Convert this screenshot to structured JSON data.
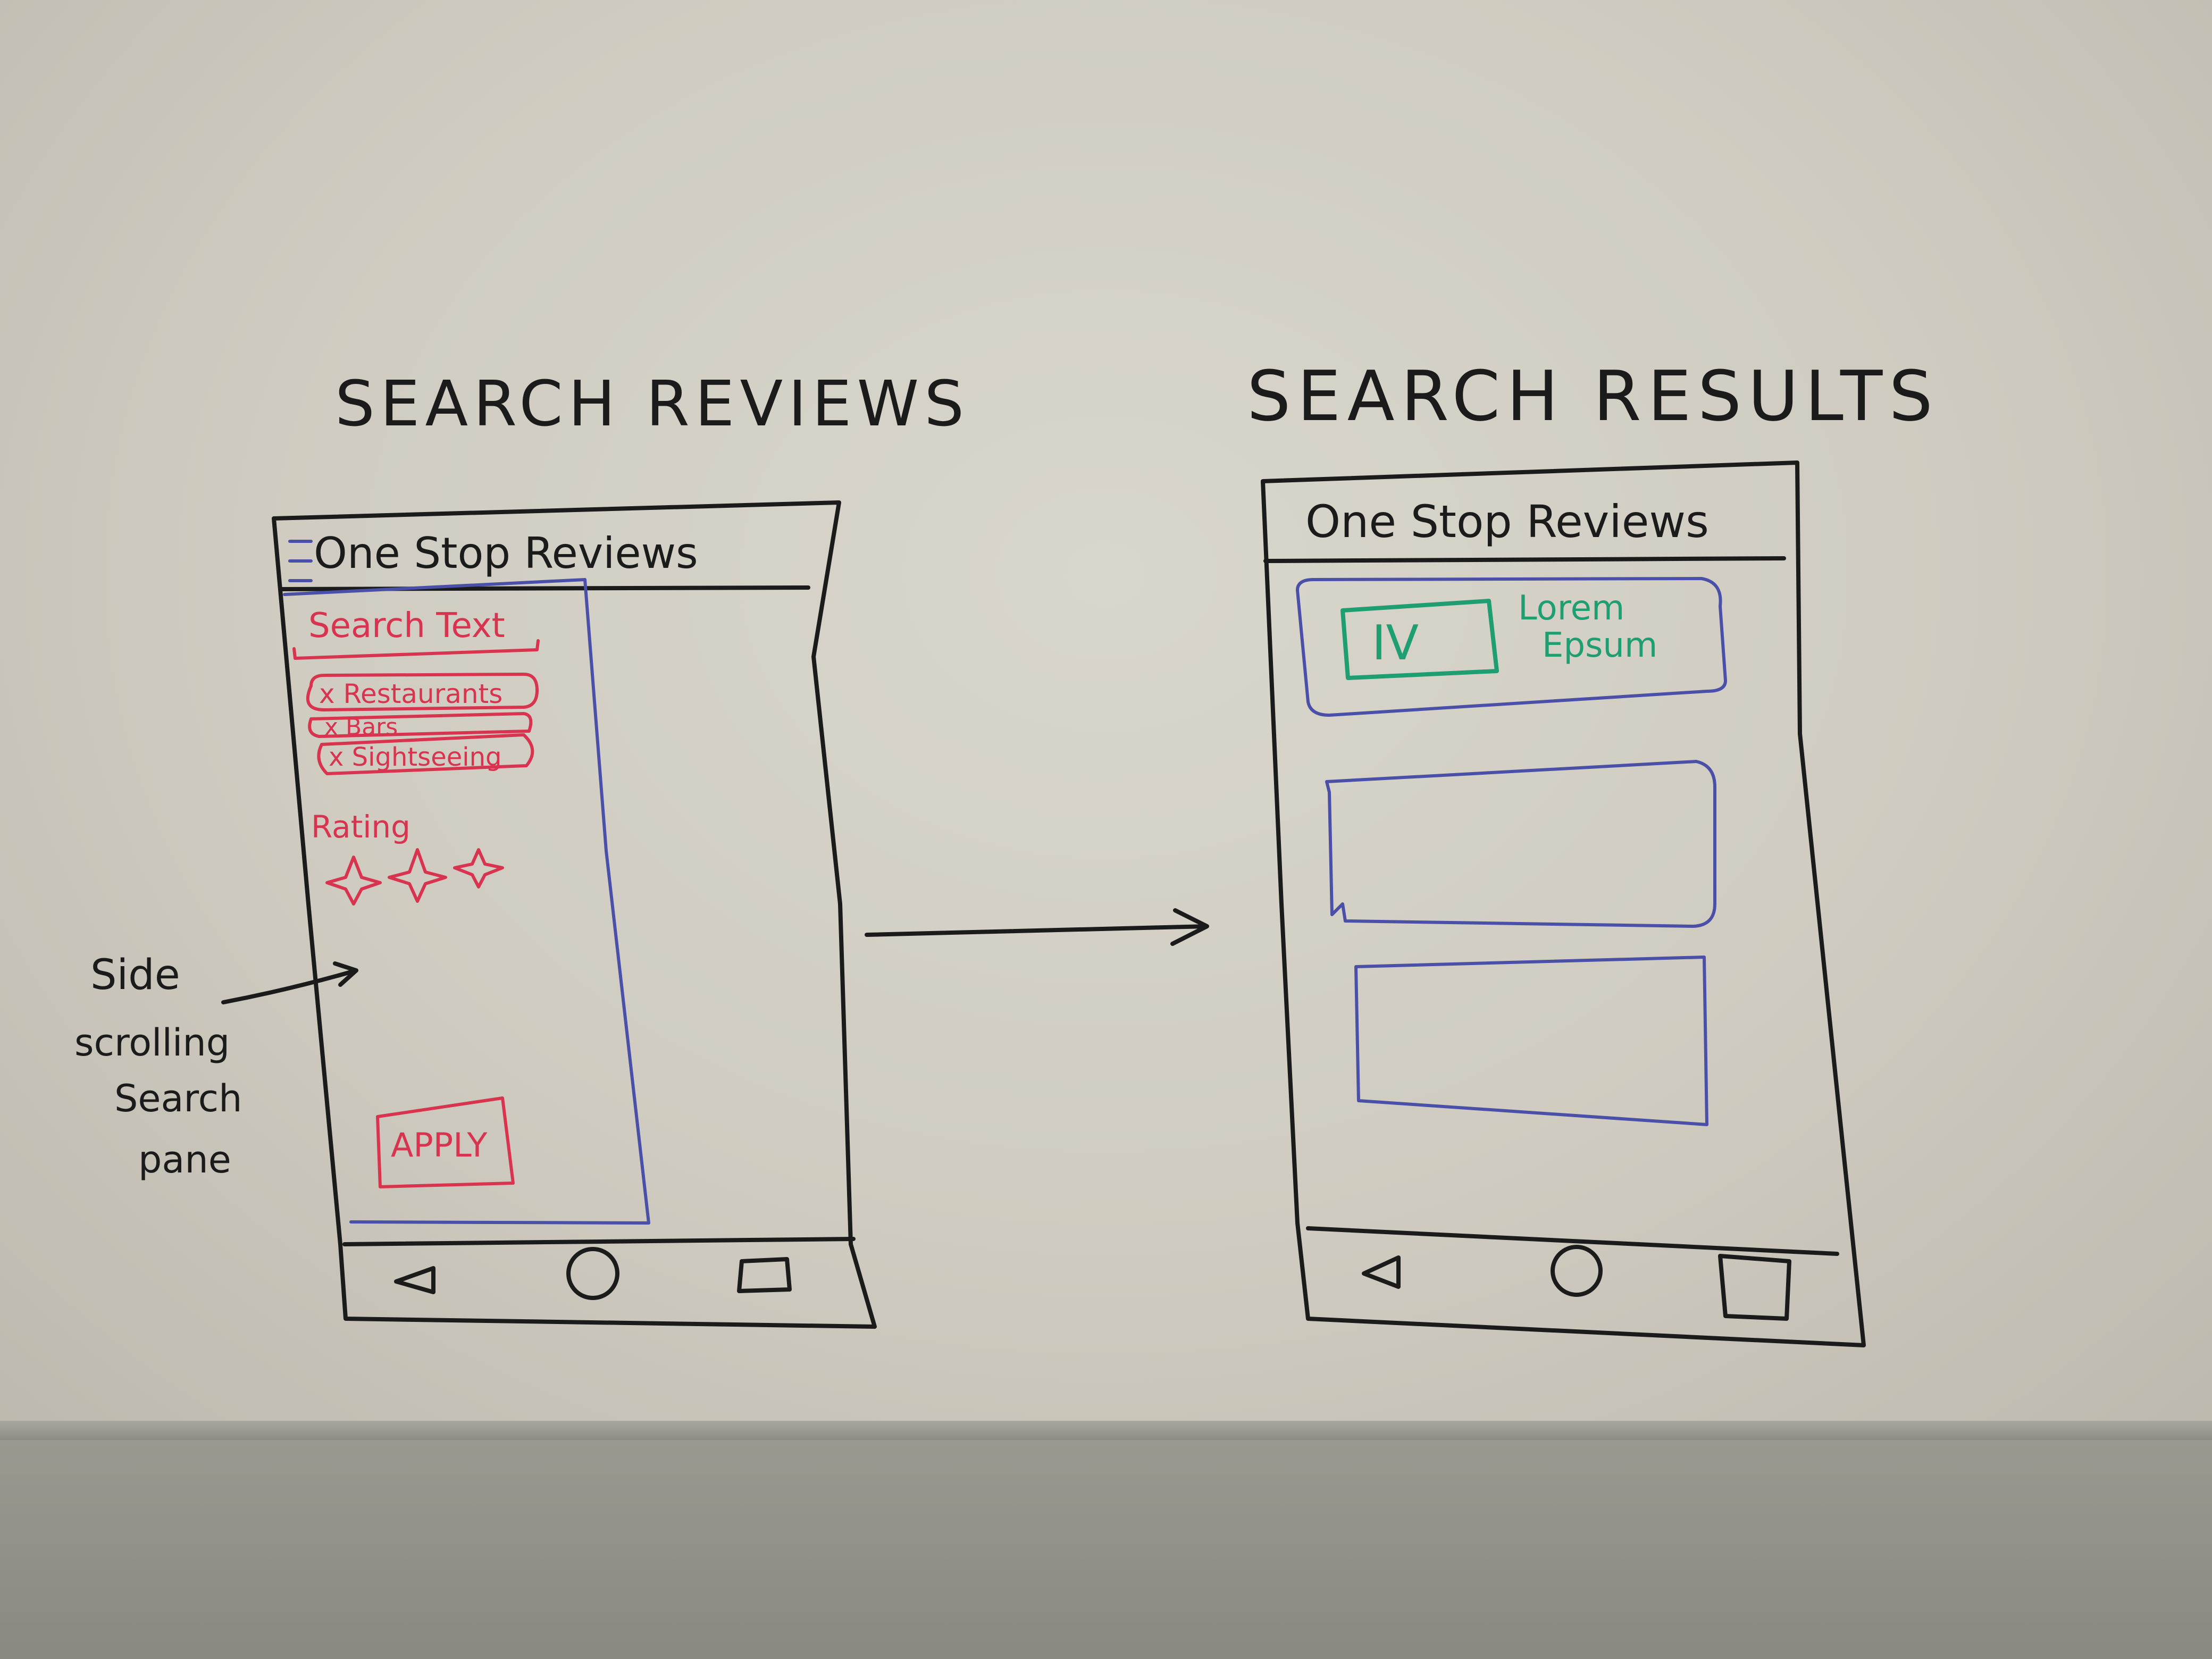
{
  "left_screen": {
    "heading": "SEARCH REVIEWS",
    "app_title": "One Stop Reviews",
    "search_text": "Search Text",
    "chips": [
      "x Restaurants",
      "x Bars",
      "x Sightseeing"
    ],
    "rating_label": "Rating",
    "apply_label": "APPLY"
  },
  "annotation": {
    "line1": "Side",
    "line2": "scrolling",
    "line3": "Search",
    "line4": "pane"
  },
  "right_screen": {
    "heading": "SEARCH RESULTS",
    "app_title": "One Stop Reviews",
    "thumb_label": "IV",
    "lorem_line1": "Lorem",
    "lorem_line2": "Epsum"
  },
  "colors": {
    "ink": "#1b1b1b",
    "blue_marker": "#4a4fa8",
    "red_marker": "#d8344f",
    "green_marker": "#1f9e72"
  },
  "icons": [
    "back-triangle-icon",
    "home-circle-icon",
    "recents-square-icon",
    "star-icon",
    "arrow-icon"
  ]
}
